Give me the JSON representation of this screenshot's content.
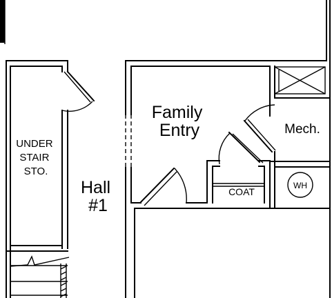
{
  "plan": {
    "rooms": {
      "under_stair": [
        "UNDER",
        "STAIR",
        "STO."
      ],
      "hall": [
        "Hall",
        "#1"
      ],
      "family_entry": [
        "Family",
        "Entry"
      ],
      "mech": "Mech.",
      "coat": "COAT",
      "water_heater": "WH"
    }
  }
}
